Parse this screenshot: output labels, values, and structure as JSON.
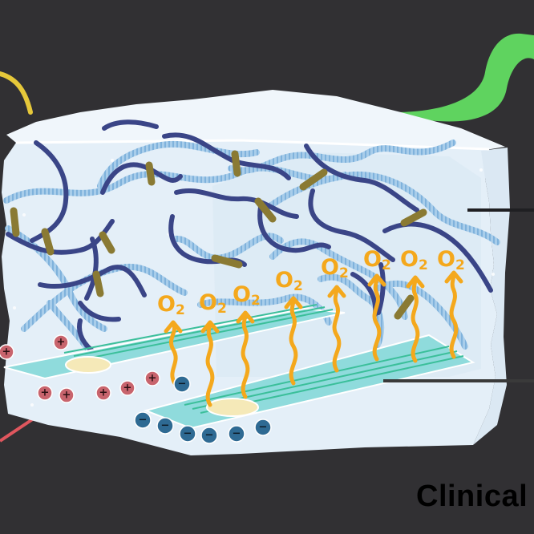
{
  "gas_label": {
    "symbol": "O",
    "subscript": "2"
  },
  "caption": "Clinical",
  "ions": {
    "positive": "+",
    "negative": "−"
  },
  "colors": {
    "background": "#313033",
    "gel_block": "#e4eff8",
    "dark_polymer": "#3a4587",
    "light_polymer": "#9fc6e8",
    "crosslink": "#8a7a33",
    "oxygen": "#f4a81c",
    "electrode": "#8fdbdc",
    "positive_ion": "#c8646d",
    "negative_ion": "#2e6a93",
    "green_fiber": "#5fd35f",
    "yellow_fiber": "#e6c83a",
    "red_fiber": "#e0565e"
  }
}
